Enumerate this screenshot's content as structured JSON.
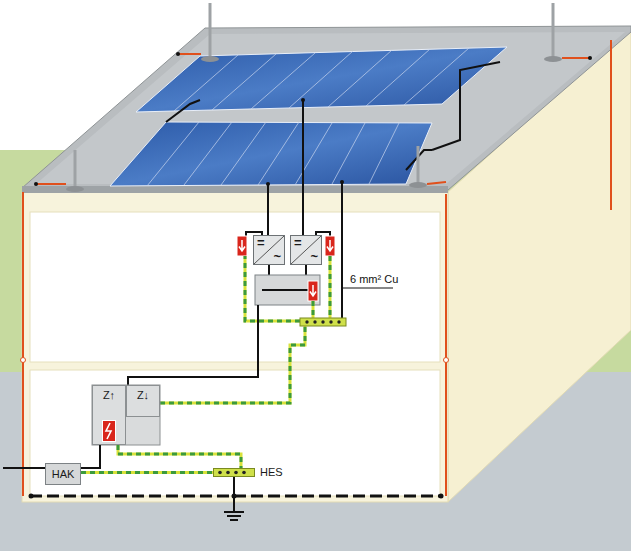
{
  "diagram": {
    "nodes": [
      {
        "text": [
          "=",
          "~"
        ]
      },
      {
        "text": [
          "=",
          "~"
        ]
      },
      {
        "text": [
          "Z↑"
        ]
      },
      {
        "text": [
          "Z↓"
        ]
      },
      {
        "text": [
          "HAK"
        ]
      },
      {
        "text": [
          "HES"
        ]
      }
    ],
    "edges": [
      {
        "from": 4,
        "to": 2,
        "arrow": "none"
      },
      {
        "from": 4,
        "to": 5,
        "arrow": "none"
      },
      {
        "from": 2,
        "to": 5,
        "arrow": "none"
      }
    ],
    "labels": [
      "6 mm² Cu"
    ]
  }
}
